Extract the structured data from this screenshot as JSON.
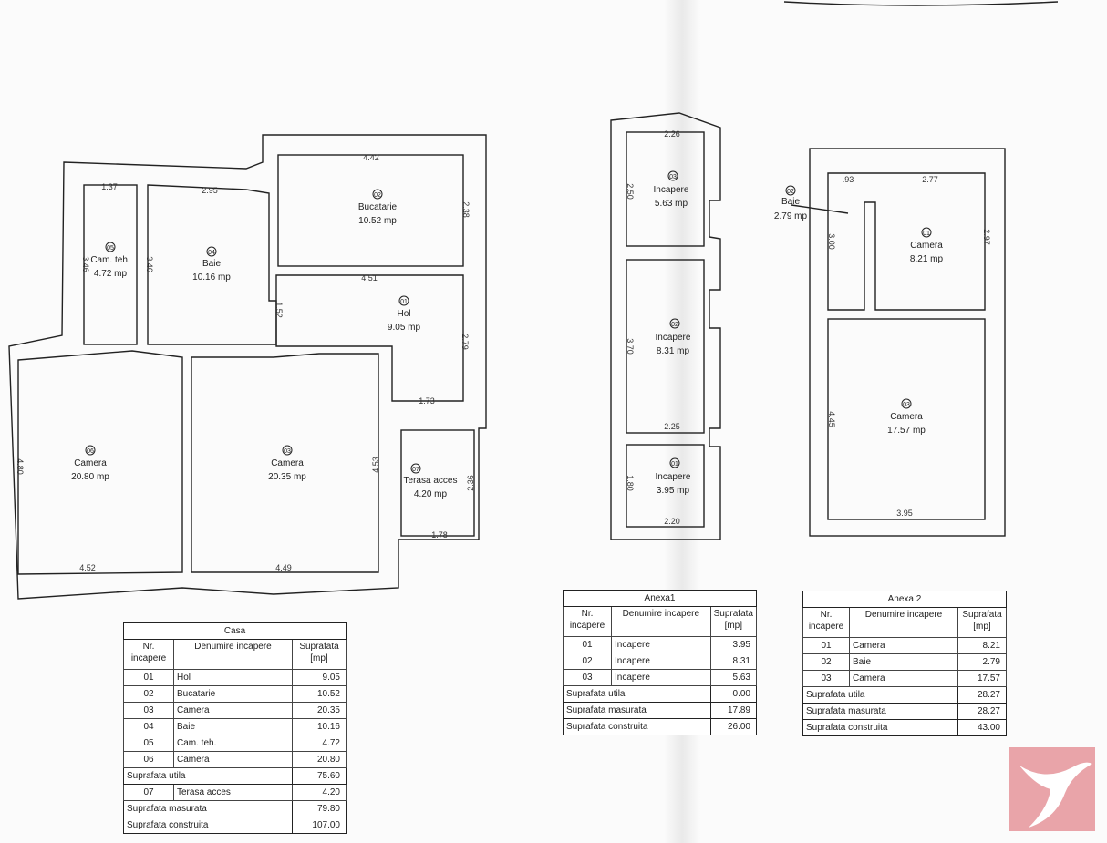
{
  "casa_plan": {
    "rooms": [
      {
        "nr": "01",
        "name": "Hol",
        "area": "9.05 mp"
      },
      {
        "nr": "02",
        "name": "Bucatarie",
        "area": "10.52 mp"
      },
      {
        "nr": "03",
        "name": "Camera",
        "area": "20.35 mp"
      },
      {
        "nr": "04",
        "name": "Baie",
        "area": "10.16 mp"
      },
      {
        "nr": "05",
        "name": "Cam. teh.",
        "area": "4.72 mp"
      },
      {
        "nr": "06",
        "name": "Camera",
        "area": "20.80 mp"
      },
      {
        "nr": "07",
        "name": "Terasa acces",
        "area": "4.20 mp"
      }
    ],
    "dims": [
      "1.37",
      "2.95",
      "4.42",
      "2.38",
      "3.46",
      "3.46",
      "4.51",
      "1.52",
      "2.79",
      "1.73",
      "4.80",
      "4.53",
      "2.36",
      "1.78",
      "4.52",
      "4.49"
    ]
  },
  "anexa1_plan": {
    "rooms": [
      {
        "nr": "03",
        "name": "Incapere",
        "area": "5.63 mp"
      },
      {
        "nr": "02",
        "name": "Incapere",
        "area": "8.31 mp"
      },
      {
        "nr": "01",
        "name": "Incapere",
        "area": "3.95 mp"
      }
    ],
    "dims": [
      "2.26",
      "2.50",
      "3.70",
      "2.25",
      "1.80",
      "2.20"
    ]
  },
  "anexa2_plan": {
    "rooms": [
      {
        "nr": "02",
        "name": "Baie",
        "area": "2.79 mp"
      },
      {
        "nr": "01",
        "name": "Camera",
        "area": "8.21 mp"
      },
      {
        "nr": "03",
        "name": "Camera",
        "area": "17.57 mp"
      }
    ],
    "dims": [
      ".93",
      "2.77",
      "3.00",
      "2.97",
      "4.45",
      "3.95"
    ]
  },
  "headers": {
    "nr": "Nr. incapere",
    "name": "Denumire incapere",
    "area": "Suprafata [mp]"
  },
  "casa_table": {
    "title": "Casa",
    "rows": [
      {
        "nr": "01",
        "name": "Hol",
        "area": "9.05"
      },
      {
        "nr": "02",
        "name": "Bucatarie",
        "area": "10.52"
      },
      {
        "nr": "03",
        "name": "Camera",
        "area": "20.35"
      },
      {
        "nr": "04",
        "name": "Baie",
        "area": "10.16"
      },
      {
        "nr": "05",
        "name": "Cam. teh.",
        "area": "4.72"
      },
      {
        "nr": "06",
        "name": "Camera",
        "area": "20.80"
      }
    ],
    "utila_label": "Suprafata utila",
    "utila": "75.60",
    "extra": {
      "nr": "07",
      "name": "Terasa acces",
      "area": "4.20"
    },
    "masurata_label": "Suprafata masurata",
    "masurata": "79.80",
    "construita_label": "Suprafata construita",
    "construita": "107.00"
  },
  "anexa1_table": {
    "title": "Anexa1",
    "rows": [
      {
        "nr": "01",
        "name": "Incapere",
        "area": "3.95"
      },
      {
        "nr": "02",
        "name": "Incapere",
        "area": "8.31"
      },
      {
        "nr": "03",
        "name": "Incapere",
        "area": "5.63"
      }
    ],
    "utila_label": "Suprafata utila",
    "utila": "0.00",
    "masurata_label": "Suprafata masurata",
    "masurata": "17.89",
    "construita_label": "Suprafata construita",
    "construita": "26.00"
  },
  "anexa2_table": {
    "title": "Anexa 2",
    "rows": [
      {
        "nr": "01",
        "name": "Camera",
        "area": "8.21"
      },
      {
        "nr": "02",
        "name": "Baie",
        "area": "2.79"
      },
      {
        "nr": "03",
        "name": "Camera",
        "area": "17.57"
      }
    ],
    "utila_label": "Suprafata utila",
    "utila": "28.27",
    "masurata_label": "Suprafata masurata",
    "masurata": "28.27",
    "construita_label": "Suprafata construita",
    "construita": "43.00"
  },
  "colors": {
    "logo": "#e9a4a9",
    "line": "#222222"
  }
}
